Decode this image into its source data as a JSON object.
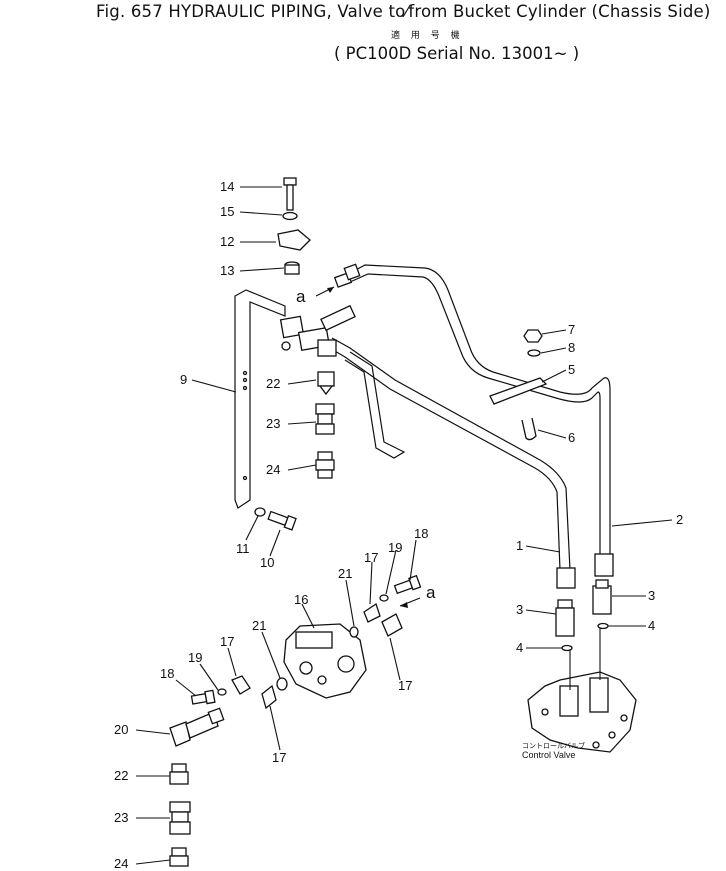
{
  "header": {
    "fig_title": "Fig. 657   HYDRAULIC PIPING, Valve to⁄from Bucket Cylinder (Chassis Side)",
    "applicable_jp": "適 用 号 機",
    "serial_line": "( PC100D Serial No. 13001~ )"
  },
  "diagram": {
    "view_marker": "a",
    "control_valve_jp": "コントロールバルブ",
    "control_valve_en": "Control Valve",
    "callouts": [
      "14",
      "15",
      "12",
      "13",
      "7",
      "8",
      "5",
      "6",
      "9",
      "22",
      "23",
      "24",
      "11",
      "10",
      "2",
      "1",
      "3",
      "3",
      "4",
      "4",
      "18",
      "19",
      "17",
      "21",
      "16",
      "17",
      "21",
      "17",
      "18",
      "19",
      "17",
      "20",
      "22",
      "23",
      "24"
    ]
  },
  "colors": {
    "ink": "#111111",
    "paper": "#ffffff"
  }
}
